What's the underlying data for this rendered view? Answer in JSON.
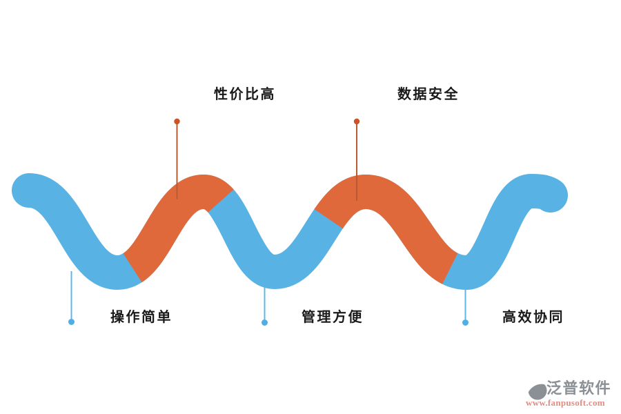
{
  "features": [
    {
      "label": "操作简单",
      "position": "bottom"
    },
    {
      "label": "性价比高",
      "position": "top"
    },
    {
      "label": "管理方便",
      "position": "bottom"
    },
    {
      "label": "数据安全",
      "position": "top"
    },
    {
      "label": "高效协同",
      "position": "bottom"
    }
  ],
  "watermark": {
    "brand": "泛普软件",
    "url": "www.fanpusoft.com"
  },
  "colors": {
    "wave_blue": "#58b2e3",
    "wave_orange": "#e0693c",
    "callout_orange_line": "#b85b33",
    "callout_orange_dot": "#cc5327",
    "callout_blue_line": "#5fb6e6",
    "callout_blue_dot": "#4faee3",
    "label_text": "#1a1a1a",
    "logo_gray": "#8a9096",
    "logo_url_color": "#dd8e84"
  }
}
